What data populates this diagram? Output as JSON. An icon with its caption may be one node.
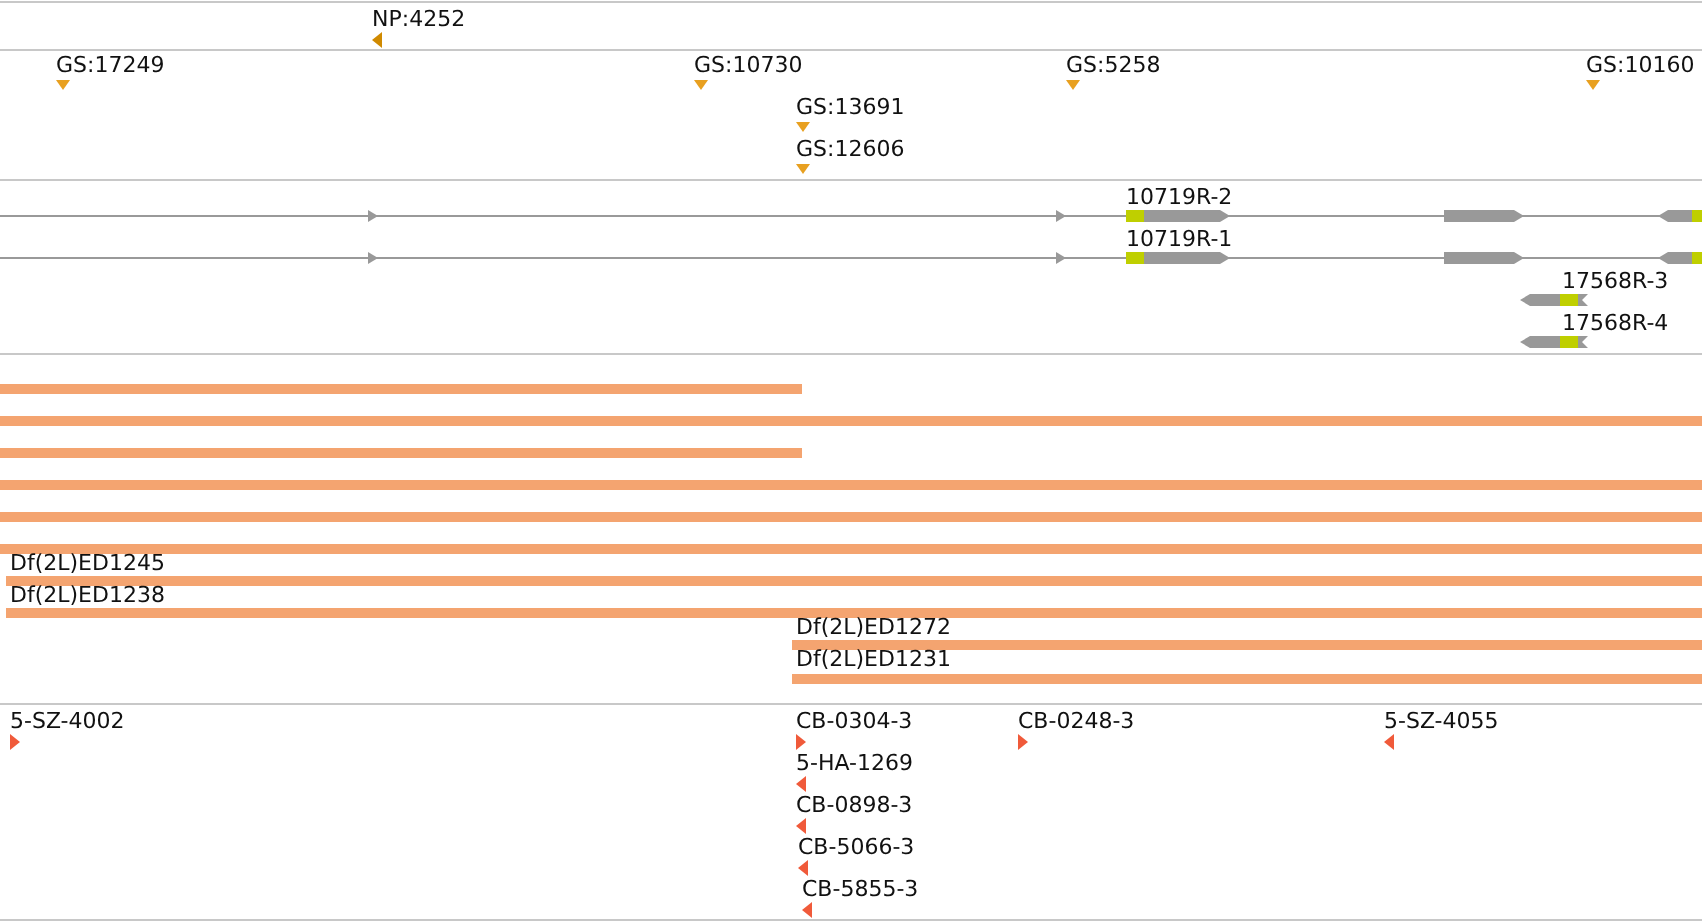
{
  "diagram": {
    "labels": [
      "NP:4252",
      "GS:17249",
      "GS:10730",
      "GS:5258",
      "GS:10160",
      "GS:13691",
      "GS:12606",
      "10719R-2",
      "10719R-1",
      "17568R-3",
      "17568R-4",
      "Df(2L)ED1245",
      "Df(2L)ED1238",
      "Df(2L)ED1272",
      "Df(2L)ED1231",
      "5-SZ-4002",
      "CB-0304-3",
      "CB-0248-3",
      "5-SZ-4055",
      "5-HA-1269",
      "CB-0898-3",
      "CB-5066-3",
      "CB-5855-3"
    ]
  }
}
